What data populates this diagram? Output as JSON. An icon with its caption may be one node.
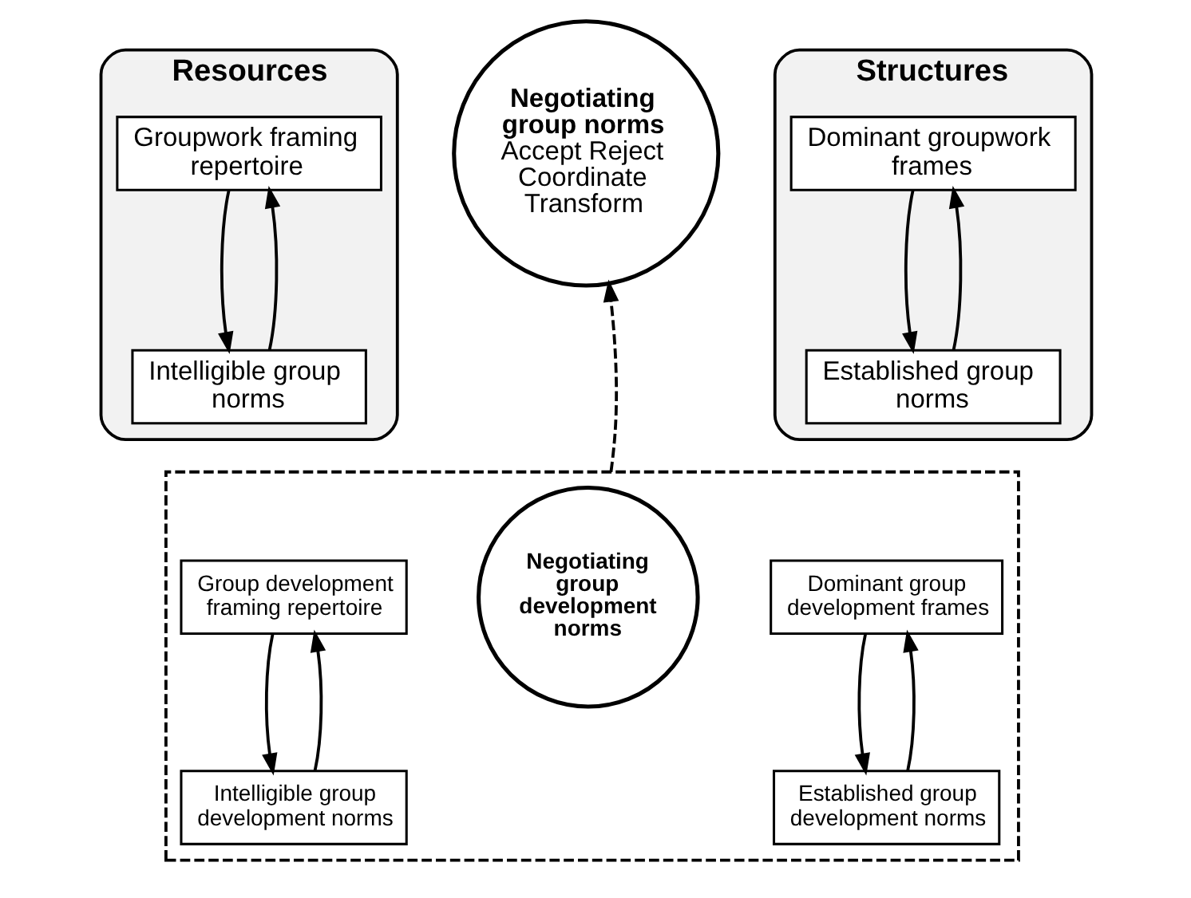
{
  "diagram": {
    "nodes": [
      {
        "text": [
          "Resources"
        ]
      },
      {
        "text": [
          "Groupwork framing repertoire"
        ],
        "in": 0
      },
      {
        "text": [
          "Intelligible group norms"
        ],
        "in": 0
      },
      {
        "text": [
          "Negotiating group norms",
          "Accept Reject Coordinate Transform"
        ]
      },
      {
        "text": [
          "Structures"
        ]
      },
      {
        "text": [
          "Dominant groupwork frames"
        ],
        "in": 4
      },
      {
        "text": [
          "Established group norms"
        ],
        "in": 4
      },
      {
        "text": [],
        "shape": "box"
      },
      {
        "text": [
          "Group development framing repertoire"
        ],
        "in": 7
      },
      {
        "text": [
          "Intelligible group development norms"
        ],
        "in": 7
      },
      {
        "text": [
          "Negotiating group development norms"
        ],
        "in": 7
      },
      {
        "text": [
          "Dominant group development frames"
        ],
        "in": 7
      },
      {
        "text": [
          "Established group development norms"
        ],
        "in": 7
      }
    ],
    "edges": [
      {
        "from": 1,
        "to": 2,
        "arrow": "to"
      },
      {
        "from": 2,
        "to": 1,
        "arrow": "to"
      },
      {
        "from": 5,
        "to": 6,
        "arrow": "to"
      },
      {
        "from": 6,
        "to": 5,
        "arrow": "to"
      },
      {
        "from": 8,
        "to": 9,
        "arrow": "to"
      },
      {
        "from": 9,
        "to": 8,
        "arrow": "to"
      },
      {
        "from": 11,
        "to": 12,
        "arrow": "to"
      },
      {
        "from": 12,
        "to": 11,
        "arrow": "to"
      },
      {
        "from": 7,
        "to": 3,
        "arrow": "to",
        "style": "dashed"
      }
    ]
  }
}
